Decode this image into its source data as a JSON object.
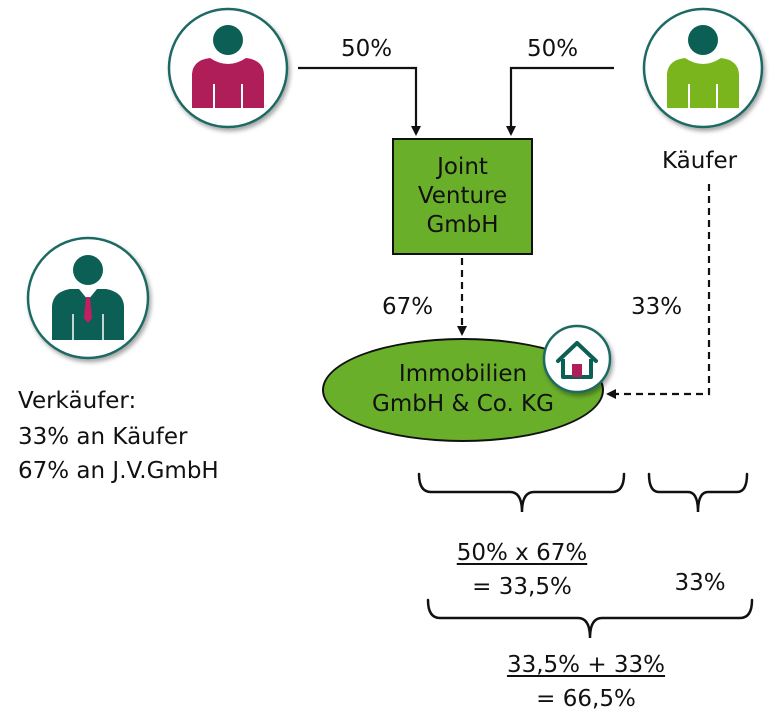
{
  "investors": {
    "left_share": "50%",
    "right_share": "50%",
    "buyer_label": "Käufer"
  },
  "jv": {
    "line1": "Joint",
    "line2": "Venture",
    "line3": "GmbH"
  },
  "property": {
    "line1": "Immobilien",
    "line2": "GmbH & Co. KG"
  },
  "shares": {
    "jv_share": "67%",
    "buyer_share": "33%"
  },
  "seller": {
    "line1": "Verkäufer:",
    "line2": "33% an Käufer",
    "line3": "67% an J.V.GmbH"
  },
  "calculation": {
    "indirect_formula": "50% x 67%",
    "indirect_result": "= 33,5%",
    "direct": "33%",
    "total_formula": "33,5% + 33%",
    "total_result": "= 66,5%"
  },
  "icons": {
    "left_person": "person-icon",
    "right_person": "person-icon",
    "seller": "businessman-icon",
    "property": "house-icon"
  },
  "colors": {
    "green": "#6aaf2a",
    "magenta": "#b01e5a",
    "lime": "#7ab51d",
    "dark_teal": "#0b5f54",
    "circle_border": "#1f6b63"
  }
}
